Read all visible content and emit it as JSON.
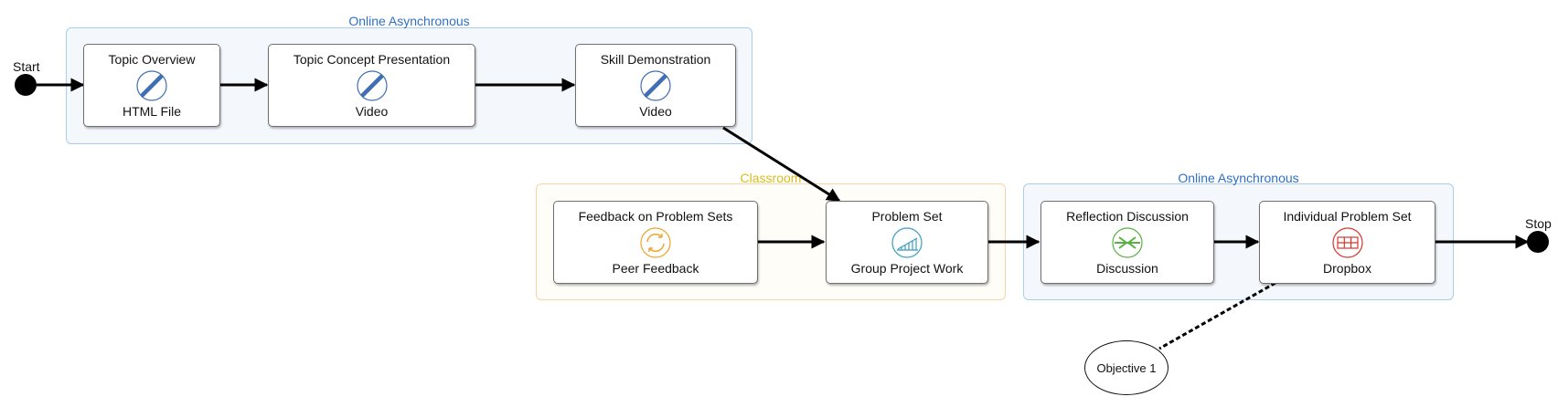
{
  "groups": {
    "online_top": "Online Asynchronous",
    "classroom": "Classroom",
    "online_bottom": "Online Asynchronous"
  },
  "terminals": {
    "start": "Start",
    "stop": "Stop"
  },
  "nodes": {
    "topic_overview": {
      "title": "Topic Overview",
      "icon": "blocked-icon",
      "sub": "HTML File"
    },
    "topic_concept": {
      "title": "Topic Concept Presentation",
      "icon": "blocked-icon",
      "sub": "Video"
    },
    "skill_demo": {
      "title": "Skill Demonstration",
      "icon": "blocked-icon",
      "sub": "Video"
    },
    "feedback": {
      "title": "Feedback on Problem Sets",
      "icon": "cycle-icon",
      "sub": "Peer Feedback"
    },
    "problem_set": {
      "title": "Problem Set",
      "icon": "growth-chart-icon",
      "sub": "Group Project Work"
    },
    "reflection": {
      "title": "Reflection Discussion",
      "icon": "converge-arrows-icon",
      "sub": "Discussion"
    },
    "individual": {
      "title": "Individual Problem Set",
      "icon": "grid-icon",
      "sub": "Dropbox"
    }
  },
  "objective": "Objective 1",
  "colors": {
    "group_blue_bg": "#f4f8fd",
    "group_blue_border": "#a9cdee",
    "group_orange_border": "#f6d4a3",
    "title_blue": "#2f6fc7",
    "title_yellow": "#d8be19",
    "icon_blue": "#3f6eb5",
    "icon_orange": "#eea42a",
    "icon_teal": "#3a9cc2",
    "icon_green": "#5bb043",
    "icon_red": "#d9362e"
  }
}
